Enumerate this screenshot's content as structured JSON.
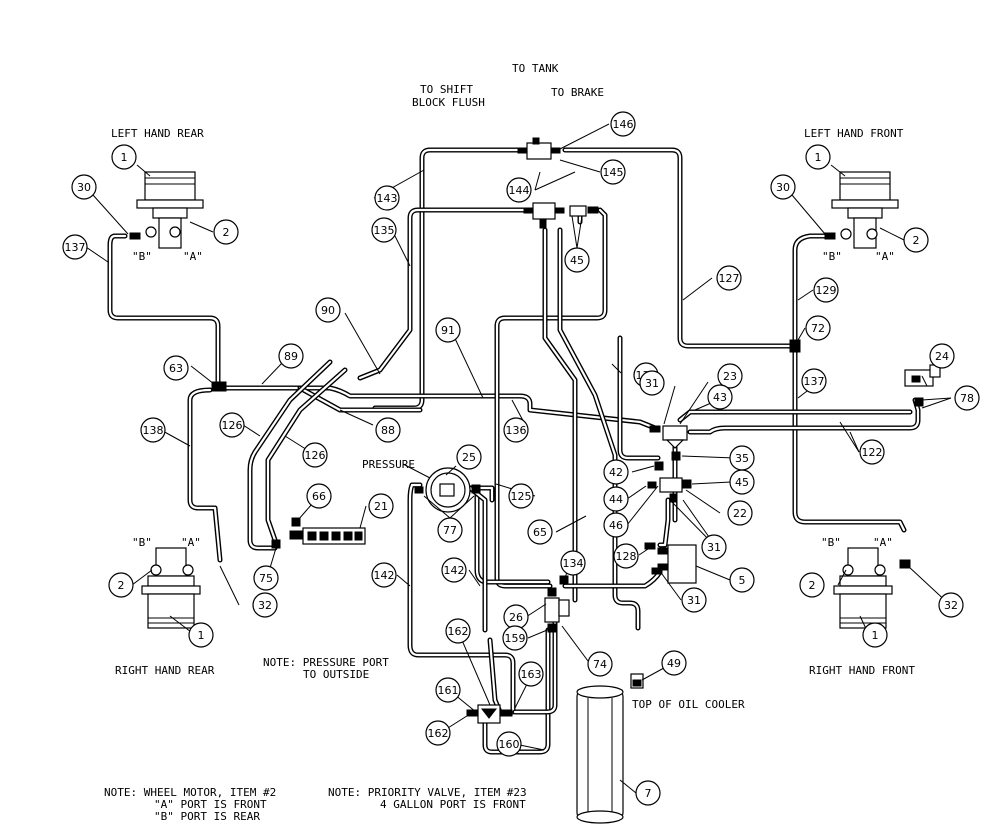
{
  "labels": {
    "to_tank": "TO TANK",
    "to_brake": "TO BRAKE",
    "to_shift": "TO SHIFT",
    "block_flush": "BLOCK FLUSH",
    "left_hand_rear": "LEFT HAND REAR",
    "left_hand_front": "LEFT HAND FRONT",
    "right_hand_rear": "RIGHT HAND REAR",
    "right_hand_front": "RIGHT HAND FRONT",
    "port_a": "\"A\"",
    "port_b": "\"B\"",
    "pressure": "PRESSURE",
    "pressure_port_1": "NOTE: PRESSURE PORT",
    "pressure_port_2": "TO OUTSIDE",
    "top_of_oil_cooler": "TOP OF OIL COOLER"
  },
  "notes": {
    "wheel_motor_1": "NOTE:  WHEEL MOTOR, ITEM #2",
    "wheel_motor_2": "\"A\" PORT IS FRONT",
    "wheel_motor_3": "\"B\" PORT IS REAR",
    "priority_valve_1": "NOTE:  PRIORITY VALVE, ITEM #23",
    "priority_valve_2": "4 GALLON PORT IS FRONT"
  },
  "callouts": [
    "146",
    "145",
    "144",
    "143",
    "135",
    "45",
    "127",
    "129",
    "72",
    "1",
    "1",
    "2",
    "2",
    "30",
    "30",
    "137",
    "137",
    "90",
    "89",
    "63",
    "91",
    "88",
    "138",
    "126",
    "126",
    "133",
    "31",
    "23",
    "43",
    "24",
    "78",
    "122",
    "136",
    "35",
    "45",
    "42",
    "44",
    "22",
    "46",
    "31",
    "128",
    "5",
    "31",
    "25",
    "125",
    "65",
    "77",
    "66",
    "21",
    "75",
    "32",
    "2",
    "2",
    "32",
    "1",
    "1",
    "142",
    "142",
    "134",
    "26",
    "74",
    "159",
    "162",
    "163",
    "161",
    "162",
    "160",
    "49",
    "7"
  ]
}
